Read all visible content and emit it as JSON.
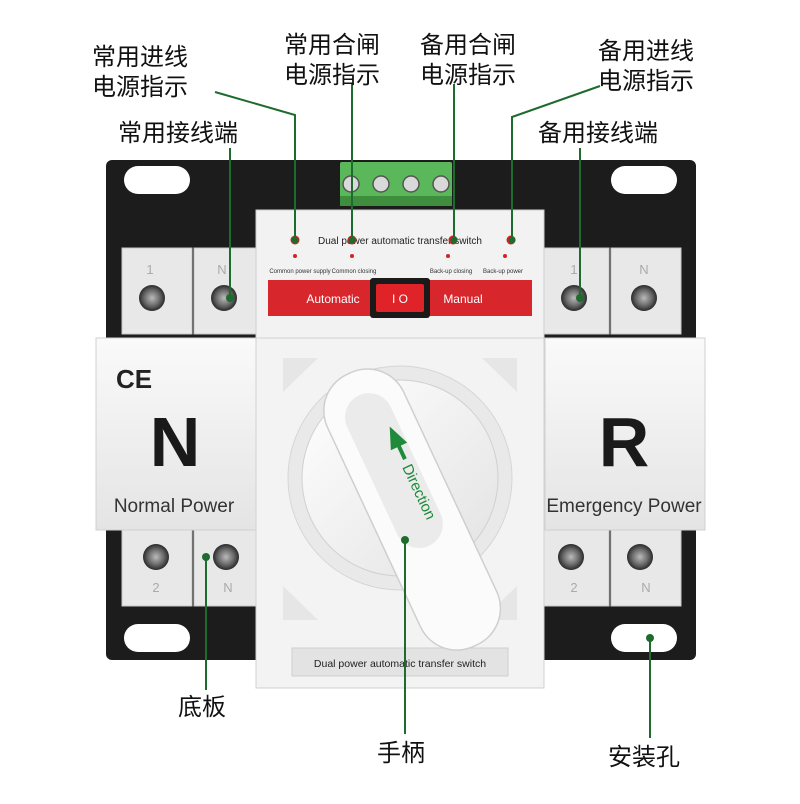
{
  "callouts": {
    "normal_incoming_indicator": "常用进线\n电源指示",
    "normal_closing_indicator": "常用合闸\n电源指示",
    "backup_closing_indicator": "备用合闸\n电源指示",
    "backup_incoming_indicator": "备用进线\n电源指示",
    "normal_terminal": "常用接线端",
    "backup_terminal": "备用接线端",
    "base_plate": "底板",
    "handle": "手柄",
    "mounting_hole": "安装孔"
  },
  "device": {
    "panel_title": "Dual power automatic transfer switch",
    "leds": [
      "Common power supply",
      "Common closing",
      "Back-up closing",
      "Back-up power"
    ],
    "mode_auto": "Automatic",
    "mode_manual": "Manual",
    "switch_text": "I  O",
    "ce_mark": "CE",
    "left_letter": "N",
    "left_caption": "Normal Power",
    "right_letter": "R",
    "right_caption": "Emergency Power",
    "handle_text": "Direction",
    "bottom_label": "Dual power automatic transfer switch",
    "terminal_top": [
      "1",
      "N"
    ],
    "terminal_bottom": [
      "2",
      "N"
    ]
  },
  "colors": {
    "callout_line": "#1e6b2e",
    "red_band": "#d7262c",
    "base": "#1c1c1c",
    "body": "#f1f1f1",
    "connector": "#5bb85a",
    "led": "#d42020"
  }
}
